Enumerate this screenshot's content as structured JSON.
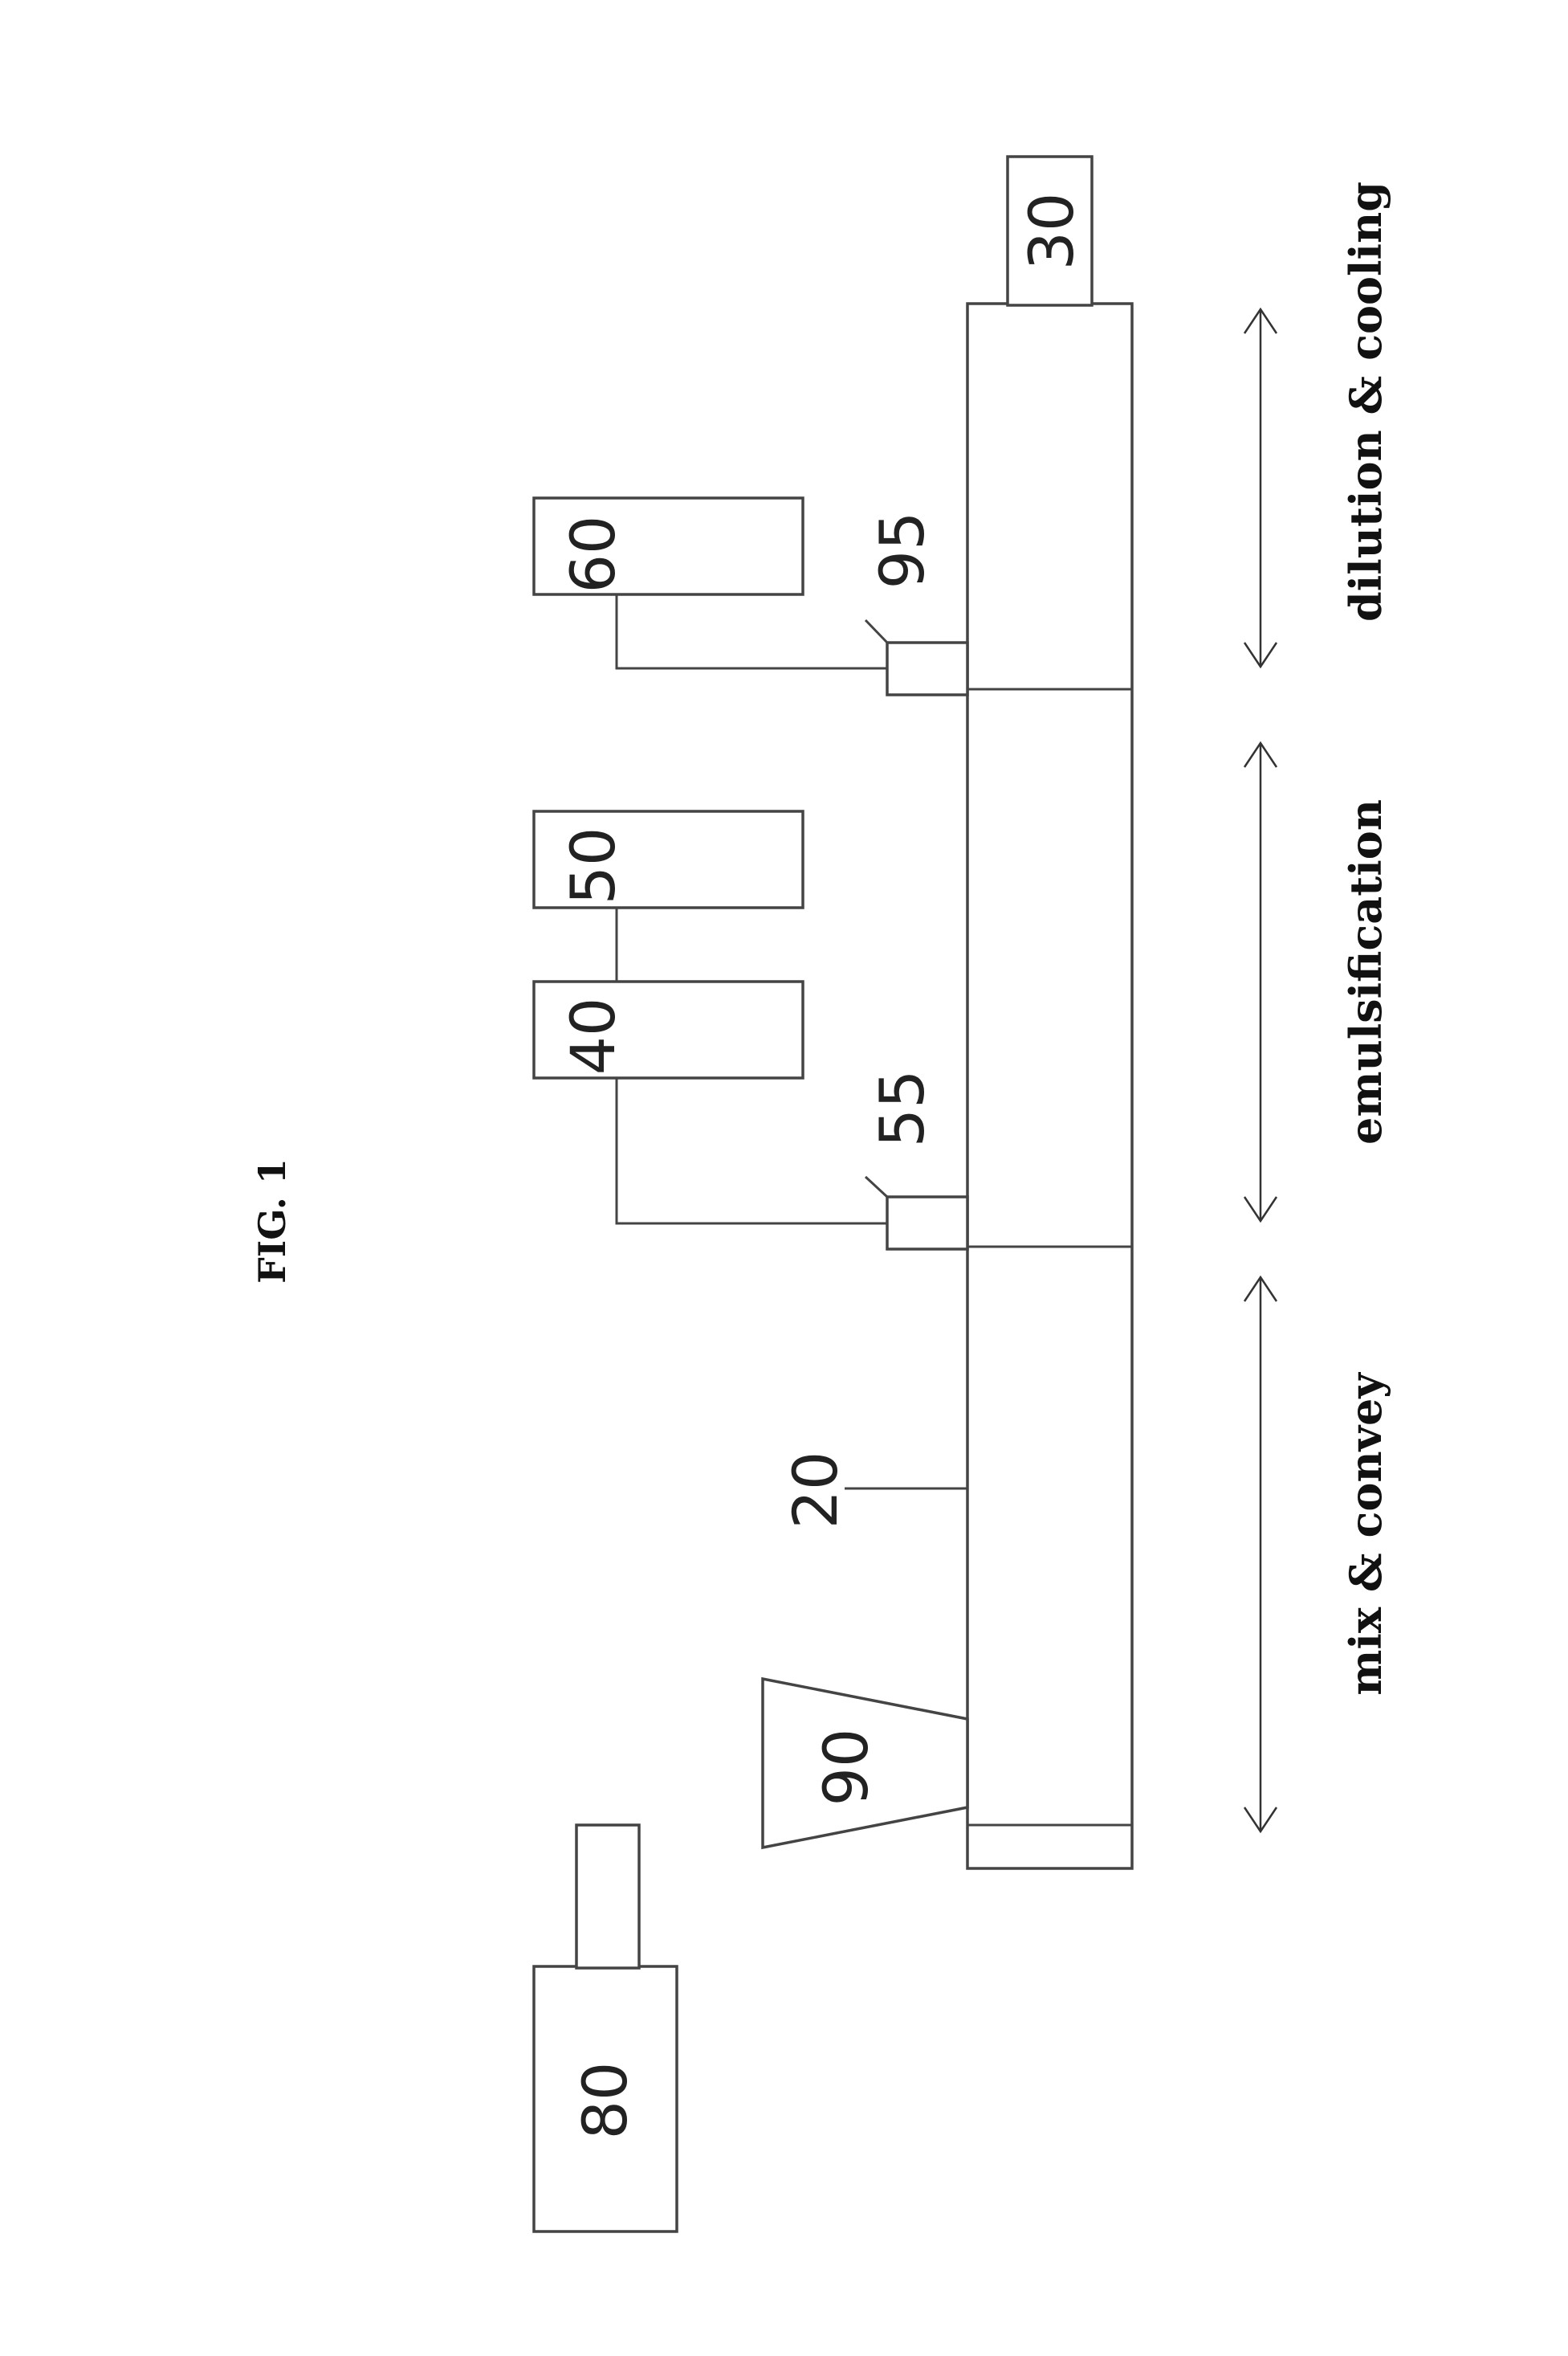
{
  "figure": {
    "title": "FIG. 1"
  },
  "components": {
    "c20": "20",
    "c30": "30",
    "c40": "40",
    "c50": "50",
    "c55": "55",
    "c60": "60",
    "c80": "80",
    "c90": "90",
    "c95": "95"
  },
  "zones": {
    "mix": "mix & convey",
    "emulsification": "emulsification",
    "dilution": "dilution & cooling"
  },
  "colors": {
    "stroke": "#444444",
    "text": "#111111",
    "background": "#ffffff"
  }
}
